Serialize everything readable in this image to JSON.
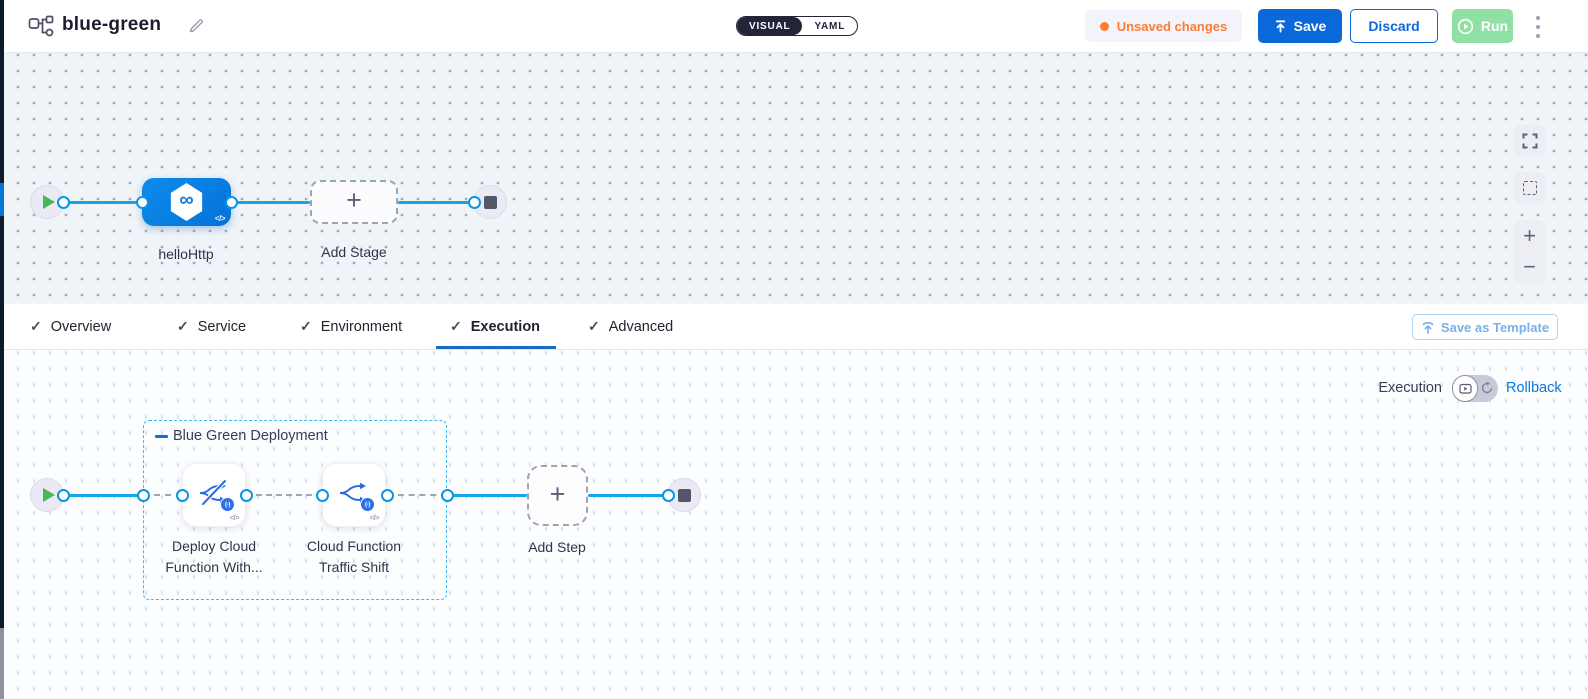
{
  "header": {
    "title": "blue-green",
    "mode_toggle": {
      "visual": "VISUAL",
      "yaml": "YAML",
      "selected": "VISUAL"
    },
    "unsaved_changes_label": "Unsaved changes",
    "save_label": "Save",
    "discard_label": "Discard",
    "run_label": "Run"
  },
  "stage_canvas": {
    "stage_label": "helloHttp",
    "add_stage_label": "Add Stage"
  },
  "tabs": [
    {
      "label": "Overview",
      "checked": true,
      "active": false
    },
    {
      "label": "Service",
      "checked": true,
      "active": false
    },
    {
      "label": "Environment",
      "checked": true,
      "active": false
    },
    {
      "label": "Execution",
      "checked": true,
      "active": true
    },
    {
      "label": "Advanced",
      "checked": true,
      "active": false
    }
  ],
  "save_as_template_label": "Save as Template",
  "execution_tab": {
    "mode_label": "Execution",
    "rollback_label": "Rollback",
    "group_label": "Blue Green Deployment",
    "steps": [
      {
        "line1": "Deploy Cloud",
        "line2": "Function With..."
      },
      {
        "line1": "Cloud Function",
        "line2": "Traffic Shift"
      }
    ],
    "add_step_label": "Add Step"
  },
  "icons": {
    "check": "✓",
    "plus": "+",
    "minus": "−",
    "infinity": "∞",
    "code_tag": "</>",
    "function_badge": "(-)"
  },
  "colors": {
    "accent_blue": "#0278d5",
    "edge_blue": "#17a3e8",
    "unsaved_orange": "#ff7c32",
    "run_green": "#90e0a5",
    "toggle_dark": "#23243a",
    "group_border_cyan": "#3bbbf0",
    "canvas_top_bg": "#eef4f8",
    "canvas_bottom_bg": "#fbfdff"
  }
}
